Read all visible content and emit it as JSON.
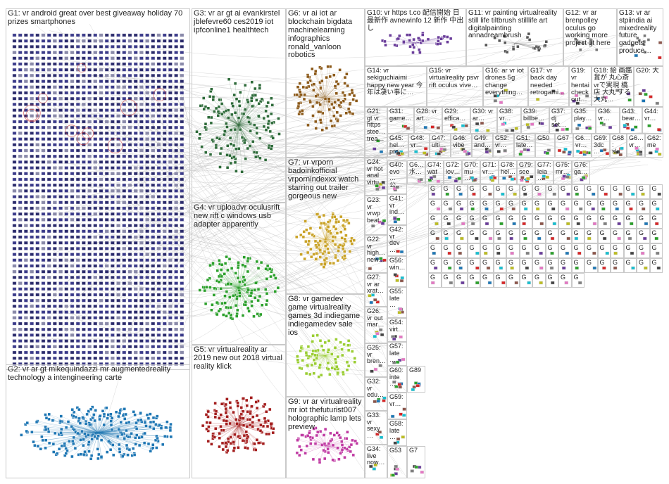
{
  "groups": [
    {
      "id": "G1",
      "label": "G1: vr android great over best giveaway holiday 70 prizes smartphones",
      "color": "#2b2b6b"
    },
    {
      "id": "G2",
      "label": "G2: vr ar gt mikequindazzi mr augmentedreality technology a intengineering carte",
      "color": "#1f77b4"
    },
    {
      "id": "G3",
      "label": "G3: vr ar gt ai evankirstel jblefevre60 ces2019 iot ipfconline1 healthtech",
      "color": "#2e6b3a"
    },
    {
      "id": "G4",
      "label": "G4: vr uploadvr oculusrift new rift c windows usb adapter apparently",
      "color": "#2ca02c"
    },
    {
      "id": "G5",
      "label": "G5: vr virtualreality ar 2019 new out 2018 virtual reality klick",
      "color": "#a31d1d"
    },
    {
      "id": "G6",
      "label": "G6: vr ai iot ar blockchain bigdata machinelearning infographics ronald_vanloon robotics",
      "color": "#8c5a1a"
    },
    {
      "id": "G7",
      "label": "G7: vr vrporn badoinkofficial vrpornindexxx watch starring out trailer gorgeous new",
      "color": "#c9a227"
    },
    {
      "id": "G8",
      "label": "G8: vr gamedev game virtualreality games 3d indiegame indiegamedev sale ios",
      "color": "#9acd32"
    },
    {
      "id": "G9",
      "label": "G9: vr ar virtualreality mr iot thefuturist007 holographic lamp lets preview",
      "color": "#c03ba3"
    },
    {
      "id": "G10",
      "label": "G10: vr https t.co 配信開始 日 最新作 avnewinfo 12 新作 中出し",
      "color": "#6a3d9a"
    },
    {
      "id": "G11",
      "label": "G11: vr painting virtualreality still life tiltbrush stilllife art digitalpainting annadreambrush",
      "color": "#555555"
    },
    {
      "id": "G12",
      "label": "G12: vr ar brenpolley oculus go working more project gt here",
      "color": "#444444"
    },
    {
      "id": "G13",
      "label": "G13: vr ar stpiindia ai mixedreality future gadgets produce…",
      "color": "#444444"
    },
    {
      "id": "G14",
      "label": "G14: vr sekiguchiaimi happy new year 今年は凄い事に…",
      "color": "#444444"
    },
    {
      "id": "G15",
      "label": "G15: vr virtualreality psvr rift oculus vive…",
      "color": "#17becf"
    },
    {
      "id": "G16",
      "label": "G16: ar vr iot drones 5g change everything…",
      "color": "#444444"
    },
    {
      "id": "G17",
      "label": "G17: vr back day needed retrogami…",
      "color": "#444444"
    },
    {
      "id": "G19",
      "label": "G19: vr hentai check out…",
      "color": "#444444"
    },
    {
      "id": "G18",
      "label": "G18: 絵 画鑑賞が 丸心斎 vrで実現 橋店 大丸 する 大丸…",
      "color": "#444444"
    },
    {
      "id": "G20",
      "label": "G20: 大",
      "color": "#444444"
    },
    {
      "id": "G21",
      "label": "G21: gt vr https stee… trea…",
      "color": "#444444"
    },
    {
      "id": "G31",
      "label": "G31: game…",
      "color": "#444444"
    },
    {
      "id": "G28",
      "label": "G28: vr art…",
      "color": "#444444"
    },
    {
      "id": "G29",
      "label": "G29: effica…",
      "color": "#444444"
    },
    {
      "id": "G30",
      "label": "G30: vr ar…",
      "color": "#444444"
    },
    {
      "id": "G38",
      "label": "G38: vr…",
      "color": "#444444"
    },
    {
      "id": "G39",
      "label": "G39: billbe…",
      "color": "#444444"
    },
    {
      "id": "G37",
      "label": "G37: dj set…",
      "color": "#444444"
    },
    {
      "id": "G35",
      "label": "G35: play…",
      "color": "#444444"
    },
    {
      "id": "G36",
      "label": "G36: vr…",
      "color": "#444444"
    },
    {
      "id": "G43",
      "label": "G43: bear…",
      "color": "#444444"
    },
    {
      "id": "G44",
      "label": "G44: vr…",
      "color": "#444444"
    },
    {
      "id": "G45",
      "label": "G45: hel… pro…",
      "color": "#444444"
    },
    {
      "id": "G48",
      "label": "G48: vr…",
      "color": "#444444"
    },
    {
      "id": "G47",
      "label": "G47: ulti…",
      "color": "#444444"
    },
    {
      "id": "G46",
      "label": "G46: vibe…",
      "color": "#444444"
    },
    {
      "id": "G49",
      "label": "G49: and…",
      "color": "#444444"
    },
    {
      "id": "G52",
      "label": "G52: vr…",
      "color": "#444444"
    },
    {
      "id": "G51",
      "label": "G51: late…",
      "color": "#444444"
    },
    {
      "id": "G50",
      "label": "G50",
      "color": "#444444"
    },
    {
      "id": "G67",
      "label": "G67",
      "color": "#444444"
    },
    {
      "id": "G6x",
      "label": "G6… vr…",
      "color": "#444444"
    },
    {
      "id": "G69",
      "label": "G69: 3dc…",
      "color": "#444444"
    },
    {
      "id": "G68",
      "label": "G68: sla…",
      "color": "#444444"
    },
    {
      "id": "G6y",
      "label": "G6… vr…",
      "color": "#444444"
    },
    {
      "id": "G62",
      "label": "G62: me…",
      "color": "#444444"
    },
    {
      "id": "G24",
      "label": "G24: vr hot anal virtu…",
      "color": "#444444"
    },
    {
      "id": "G6z",
      "label": "G6… 水…",
      "color": "#444444"
    },
    {
      "id": "G74",
      "label": "G74: wat…",
      "color": "#444444"
    },
    {
      "id": "G72",
      "label": "G72: lov…",
      "color": "#444444"
    },
    {
      "id": "G70",
      "label": "G70: mu…",
      "color": "#444444"
    },
    {
      "id": "G71",
      "label": "G71: vr…",
      "color": "#444444"
    },
    {
      "id": "G78",
      "label": "G78: hel…",
      "color": "#444444"
    },
    {
      "id": "G79",
      "label": "G79: see…",
      "color": "#444444"
    },
    {
      "id": "G77",
      "label": "G77: leia…",
      "color": "#444444"
    },
    {
      "id": "G75",
      "label": "G75: mr…",
      "color": "#444444"
    },
    {
      "id": "G76",
      "label": "G76: ga…",
      "color": "#444444"
    },
    {
      "id": "G40",
      "label": "G40: evo… 公…",
      "color": "#444444"
    },
    {
      "id": "G23",
      "label": "G23: vr vrwp beat…",
      "color": "#444444"
    },
    {
      "id": "G41",
      "label": "G41: vr ind…",
      "color": "#444444"
    },
    {
      "id": "G22",
      "label": "G22: vr high… new…",
      "color": "#444444"
    },
    {
      "id": "G42",
      "label": "G42: vr dev…",
      "color": "#444444"
    },
    {
      "id": "G27",
      "label": "G27: vr ar xrat…",
      "color": "#444444"
    },
    {
      "id": "G56",
      "label": "G56: win…",
      "color": "#444444"
    },
    {
      "id": "G55",
      "label": "G55: late…",
      "color": "#444444"
    },
    {
      "id": "G26",
      "label": "G26: vr out mar…",
      "color": "#444444"
    },
    {
      "id": "G54",
      "label": "G54: virt…",
      "color": "#444444"
    },
    {
      "id": "G25",
      "label": "G25: vr bren…",
      "color": "#444444"
    },
    {
      "id": "G57",
      "label": "G57: late…",
      "color": "#444444"
    },
    {
      "id": "G60",
      "label": "G60: inte…",
      "color": "#444444"
    },
    {
      "id": "G89",
      "label": "G89",
      "color": "#444444"
    },
    {
      "id": "G32",
      "label": "G32: vr edu…",
      "color": "#444444"
    },
    {
      "id": "G59",
      "label": "G59: vr…",
      "color": "#444444"
    },
    {
      "id": "G33",
      "label": "G33: vr sexy…",
      "color": "#444444"
    },
    {
      "id": "G58",
      "label": "G58: late…",
      "color": "#444444"
    },
    {
      "id": "G34",
      "label": "G34: live now…",
      "color": "#444444"
    },
    {
      "id": "G53",
      "label": "G53",
      "color": "#444444"
    },
    {
      "id": "G7x",
      "label": "G7",
      "color": "#444444"
    }
  ],
  "small_labels": [
    "G",
    "G",
    "G",
    "G",
    "G",
    "G",
    "G",
    "G",
    "G",
    "G",
    "G",
    "G",
    "G",
    "G",
    "G",
    "G",
    "G",
    "G",
    "G",
    "G",
    "G",
    "G",
    "G",
    "G",
    "G",
    "G",
    "G",
    "G",
    "G",
    "G",
    "G",
    "G",
    "G",
    "G",
    "G",
    "G",
    "G",
    "G",
    "G",
    "G",
    "G",
    "G",
    "G",
    "G",
    "G",
    "G",
    "G",
    "G",
    "G",
    "G",
    "G",
    "G",
    "G",
    "G",
    "G",
    "G",
    "G",
    "G",
    "G",
    "G",
    "G",
    "G",
    "G",
    "G",
    "G",
    "G",
    "G",
    "G",
    "G",
    "G",
    "G",
    "G",
    "G",
    "G",
    "G",
    "G",
    "G",
    "G",
    "G",
    "G",
    "G",
    "G",
    "G",
    "G",
    "G",
    "G",
    "G",
    "G",
    "G",
    "G",
    "G",
    "G",
    "G",
    "G",
    "G",
    "G",
    "G",
    "G",
    "G",
    "G",
    "G",
    "G",
    "G",
    "G",
    "G",
    "G",
    "G",
    "G",
    "G",
    "G",
    "G",
    "G",
    "G",
    "G",
    "G",
    "G",
    "G",
    "G",
    "G",
    "G"
  ]
}
